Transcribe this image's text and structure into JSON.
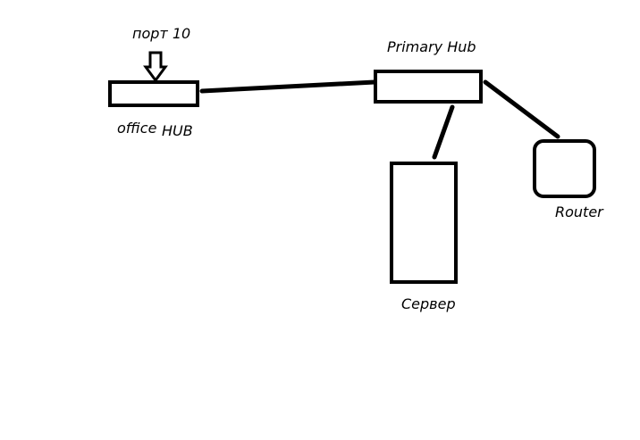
{
  "labels": {
    "port_label": "порт 10",
    "office_word": "office",
    "hub_word": "HUB",
    "primary_hub": "Primary Hub",
    "router": "Router",
    "server": "Сервер"
  },
  "colors": {
    "background": "#ffffff",
    "stroke": "#000000"
  },
  "icons": {
    "port_arrow": "down-arrow-icon"
  }
}
